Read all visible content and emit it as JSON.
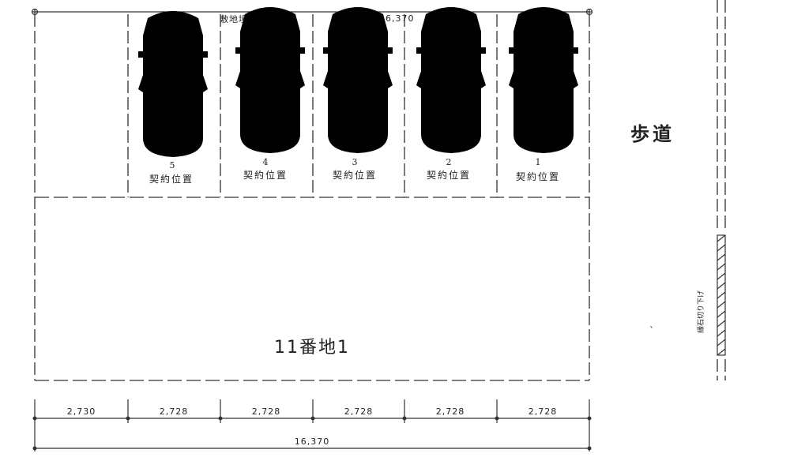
{
  "boundary_label": "敷地境界線",
  "top_dimension": "16,370",
  "lot_label": "11番地1",
  "sidewalk_label": "歩道",
  "curb_label": "縁石切り下げ",
  "spaces": [
    {
      "number": "5",
      "label": "契約位置"
    },
    {
      "number": "4",
      "label": "契約位置"
    },
    {
      "number": "3",
      "label": "契約位置"
    },
    {
      "number": "2",
      "label": "契約位置"
    },
    {
      "number": "1",
      "label": "契約位置"
    }
  ],
  "segment_dimensions": [
    "2,730",
    "2,728",
    "2,728",
    "2,728",
    "2,728",
    "2,728"
  ],
  "total_dimension": "16,370"
}
